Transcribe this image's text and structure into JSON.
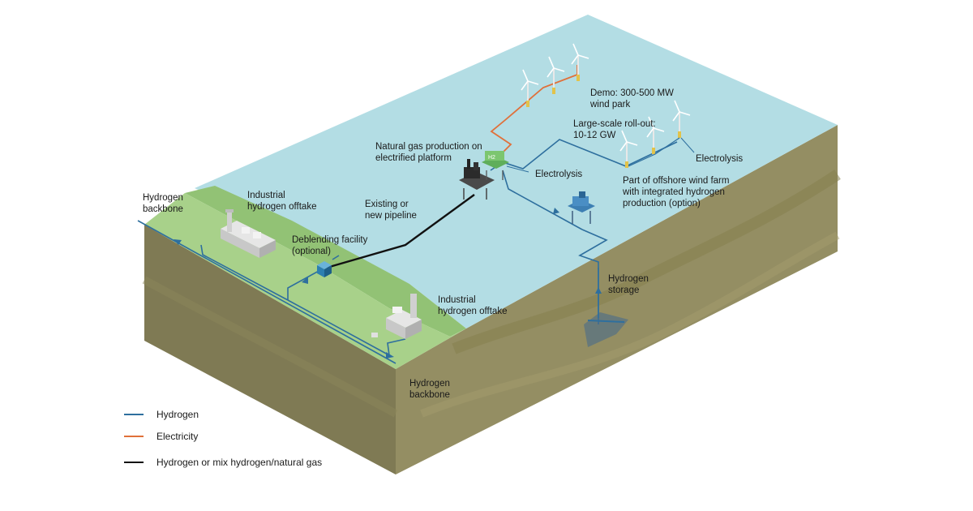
{
  "labels": {
    "demo": [
      "Demo: 300-500 MW",
      "wind park"
    ],
    "large_scale": [
      "Large-scale roll-out:",
      "10-12 GW"
    ],
    "electrolysis_right": "Electrolysis",
    "part_offshore": [
      "Part of offshore wind farm",
      "with integrated hydrogen",
      "production (option)"
    ],
    "natural_gas": [
      "Natural gas production on",
      "electrified platform"
    ],
    "electrolysis_center": "Electrolysis",
    "existing_pipeline": [
      "Existing or",
      "new pipeline"
    ],
    "deblending": [
      "Deblending facility",
      "(optional)"
    ],
    "industrial_top": [
      "Industrial",
      "hydrogen offtake"
    ],
    "industrial_bottom": [
      "Industrial",
      "hydrogen offtake"
    ],
    "hydrogen_backbone_left": [
      "Hydrogen",
      "backbone"
    ],
    "hydrogen_backbone_bottom": [
      "Hydrogen",
      "backbone"
    ],
    "hydrogen_storage": [
      "Hydrogen",
      "storage"
    ],
    "platform_h2": "H2"
  },
  "legend": [
    {
      "label": "Hydrogen",
      "color": "#2e6f9e"
    },
    {
      "label": "Electricity",
      "color": "#e0703a"
    },
    {
      "label": "Hydrogen or mix hydrogen/natural gas",
      "color": "#111111"
    }
  ],
  "colors": {
    "sea": "#b3dde4",
    "land_top": "#a8d18a",
    "land_strip": "#92c275",
    "earth_front": "#7f7a54",
    "earth_right": "#948e63",
    "hydrogen": "#2e6f9e",
    "electricity": "#e0703a",
    "mix": "#111111"
  }
}
